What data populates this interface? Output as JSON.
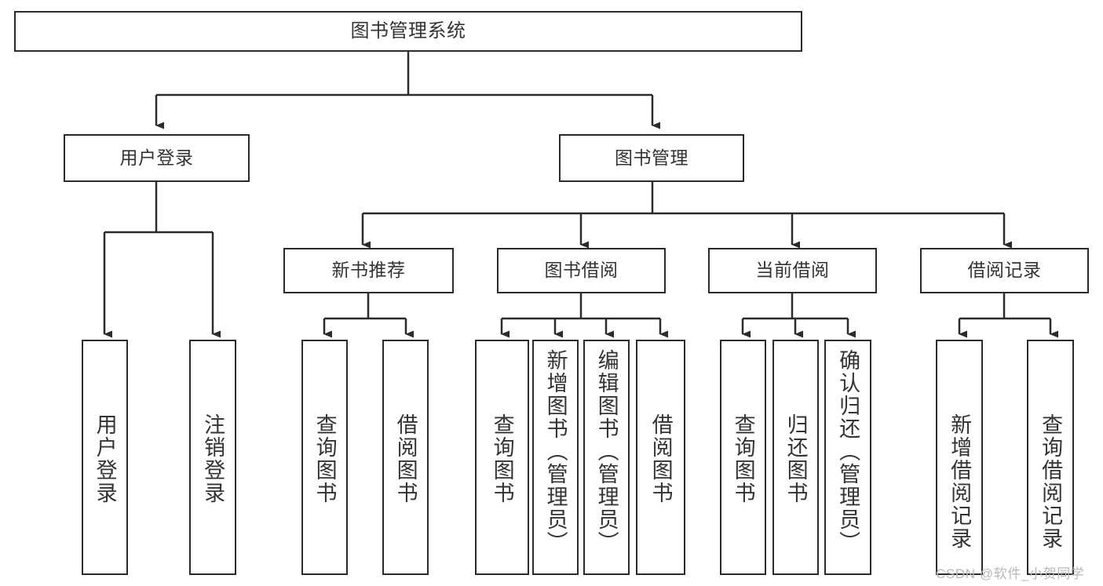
{
  "diagram": {
    "title": "图书管理系统",
    "type": "tree-hierarchy-chart",
    "root": {
      "label": "图书管理系统"
    },
    "level2": [
      {
        "label": "用户登录"
      },
      {
        "label": "图书管理"
      }
    ],
    "level3": [
      {
        "label": "新书推荐"
      },
      {
        "label": "图书借阅"
      },
      {
        "label": "当前借阅"
      },
      {
        "label": "借阅记录"
      }
    ],
    "leaves": {
      "user_login": [
        {
          "label": "用户登录"
        },
        {
          "label": "注销登录"
        }
      ],
      "new_book_recommend": [
        {
          "label": "查询图书"
        },
        {
          "label": "借阅图书"
        }
      ],
      "book_borrow": [
        {
          "label": "查询图书"
        },
        {
          "label": "新增图书（管理员）"
        },
        {
          "label": "编辑图书（管理员）"
        },
        {
          "label": "借阅图书"
        }
      ],
      "current_borrow": [
        {
          "label": "查询图书"
        },
        {
          "label": "归还图书"
        },
        {
          "label": "确认归还（管理员）"
        }
      ],
      "borrow_record": [
        {
          "label": "新增借阅记录"
        },
        {
          "label": "查询借阅记录"
        }
      ]
    }
  },
  "watermark": {
    "text": "CSDN @软件_小贺同学"
  },
  "colors": {
    "border": "#2b2b2b",
    "text": "#333333",
    "background": "#ffffff",
    "watermark": "#b8b8b8"
  }
}
